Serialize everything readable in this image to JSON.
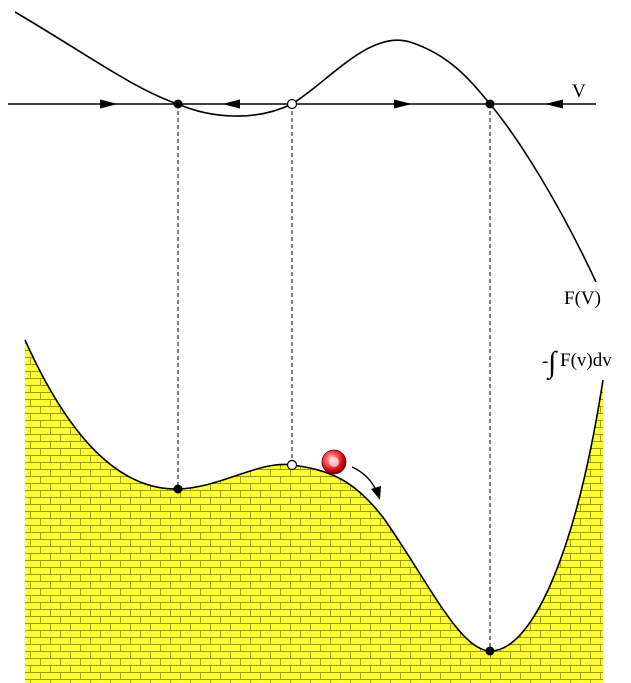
{
  "diagram": {
    "axis_label": "V",
    "curve_label": "F(V)",
    "potential_label": {
      "minus": "-",
      "integral": "∫",
      "expr": "F(v)dv"
    },
    "fixed_points": [
      {
        "type": "stable"
      },
      {
        "type": "unstable"
      },
      {
        "type": "stable"
      }
    ],
    "colors": {
      "fill": "#ffff33",
      "brick": "#9a9a00",
      "line": "#000000",
      "ball_outer": "#e8202a",
      "ball_inner": "#ffd0d0"
    }
  }
}
